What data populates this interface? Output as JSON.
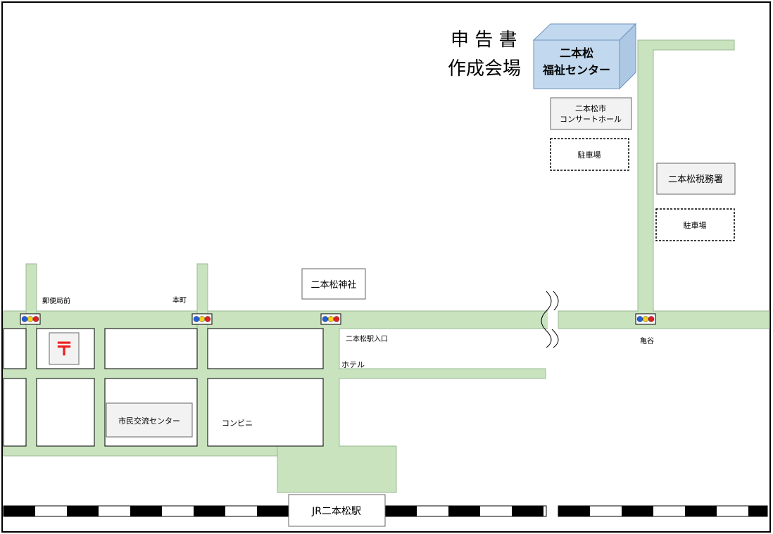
{
  "title": {
    "line1": "申 告 書",
    "line2": "作成会場"
  },
  "venue": {
    "line1": "二本松",
    "line2": "福祉センター"
  },
  "buildings": {
    "concert_hall_line1": "二本松市",
    "concert_hall_line2": "コンサートホール",
    "parking_north": "駐車場",
    "tax_office": "二本松税務署",
    "parking_east": "駐車場",
    "shrine": "二本松神社",
    "citizen_center": "市民交流センター",
    "station": "JR二本松駅"
  },
  "post_office_symbol": "〒",
  "place_labels": {
    "post_office_front": "郵便局前",
    "honmachi": "本町",
    "station_entrance": "二本松駅入口",
    "hotel": "ホテル",
    "convenience_store": "コンビニ",
    "kameya": "亀谷"
  },
  "colors": {
    "road": "#c9e3bf",
    "road_edge": "#9bb894",
    "venue_fill": "#c2d8ee",
    "venue_edge": "#6f93bd",
    "box_fill": "#f2f2f2",
    "signal_blue": "#1f5fd8",
    "signal_yellow": "#f5d020",
    "signal_red": "#e02020",
    "post_red": "#ee1c1c"
  }
}
